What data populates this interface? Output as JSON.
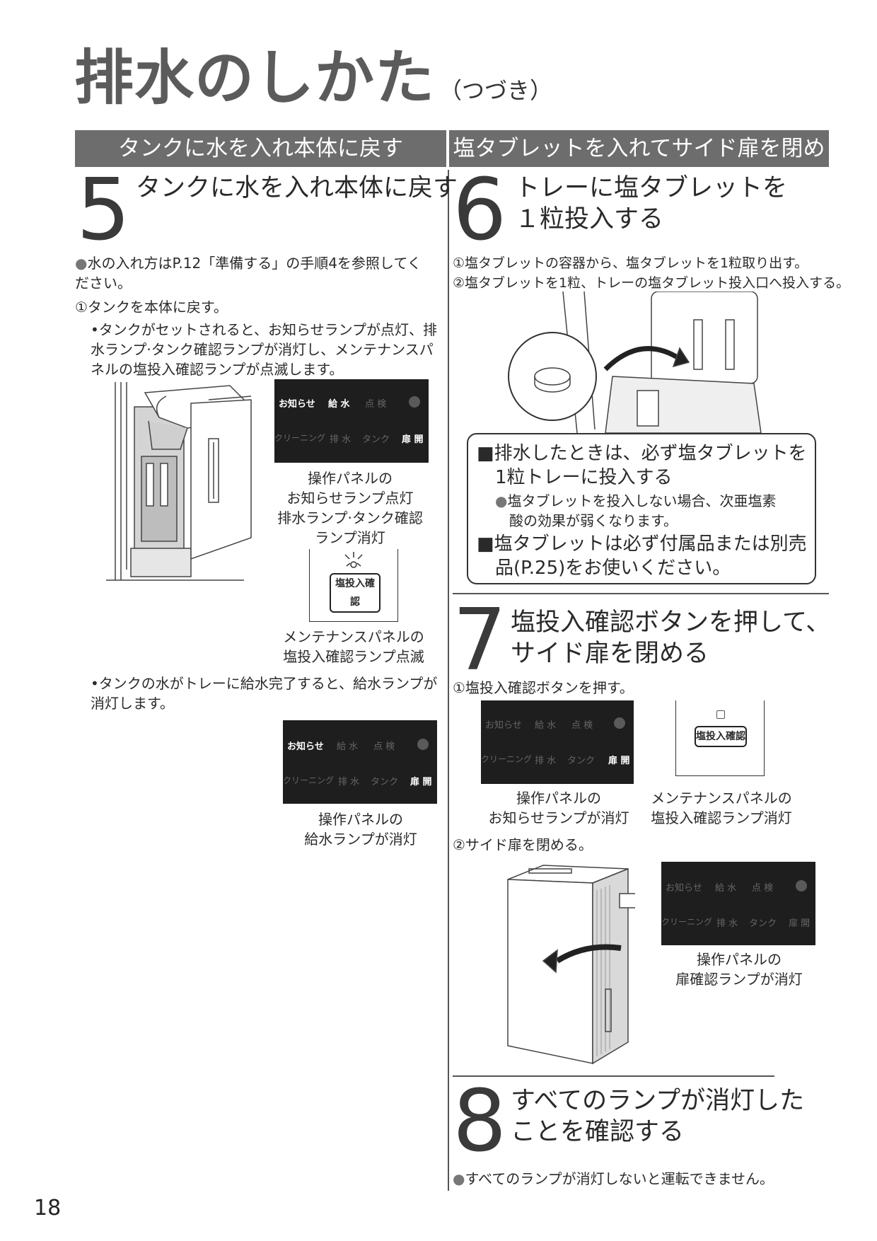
{
  "page_title": "排水のしかた",
  "page_title_sub": "（つづき）",
  "band_left": "タンクに水を入れ本体に戻す",
  "band_right": "塩タブレットを入れてサイド扉を閉める",
  "step5": {
    "num": "5",
    "heading": "タンクに水を入れ本体に戻す",
    "note": "水の入れ方はP.12「準備する」の手順4を参照してください。",
    "sub1": "①タンクを本体に戻す。",
    "bullet1": "•タンクがセットされると、お知らせランプが点灯、排水ランプ·タンク確認ランプが消灯し、メンテナンスパネルの塩投入確認ランプが点滅します。",
    "caption_panel1": [
      "操作パネルの",
      "お知らせランプ点灯",
      "排水ランプ·タンク確認",
      "ランプ消灯"
    ],
    "caption_maint": [
      "メンテナンスパネルの",
      "塩投入確認ランプ点滅"
    ],
    "bullet2": "•タンクの水がトレーに給水完了すると、給水ランプが消灯します。",
    "caption_panel2": [
      "操作パネルの",
      "給水ランプが消灯"
    ]
  },
  "step6": {
    "num": "6",
    "heading": [
      "トレーに塩タブレットを",
      "１粒投入する"
    ],
    "line1": "①塩タブレットの容器から、塩タブレットを1粒取り出す。",
    "line2": "②塩タブレットを1粒、トレーの塩タブレット投入口へ投入する。",
    "note_b1": [
      "■排水したときは、必ず塩タブレットを",
      "1粒トレーに投入する"
    ],
    "note_s1": [
      "塩タブレットを投入しない場合、次亜塩素",
      "酸の効果が弱くなります。"
    ],
    "note_b2": [
      "■塩タブレットは必ず付属品または別売",
      "品(P.25)をお使いください。"
    ]
  },
  "step7": {
    "num": "7",
    "heading": [
      "塩投入確認ボタンを押して、",
      "サイド扉を閉める"
    ],
    "sub1": "①塩投入確認ボタンを押す。",
    "caption_panel": [
      "操作パネルの",
      "お知らせランプが消灯"
    ],
    "caption_maint": [
      "メンテナンスパネルの",
      "塩投入確認ランプ消灯"
    ],
    "sub2": "②サイド扉を閉める。",
    "caption_panel2": [
      "操作パネルの",
      "扉確認ランプが消灯"
    ]
  },
  "step8": {
    "num": "8",
    "heading": [
      "すべてのランプが消灯した",
      "ことを確認する"
    ],
    "note": "すべてのランプが消灯しないと運転できません。"
  },
  "panel_labels": {
    "oshirase": "お知らせ",
    "kyusui": "給 水",
    "tenken": "点 検",
    "cleaning": "クリーニング",
    "haisui": "排 水",
    "tank": "タンク",
    "tobira": "扉 開"
  },
  "maint_button": "塩投入確認",
  "bullet_mark": "●",
  "page_number": "18",
  "colors": {
    "band": "#6d6d6d",
    "panel": "#1e1e1e",
    "lamp_on": "#ffffff",
    "lamp_off": "#666666"
  }
}
